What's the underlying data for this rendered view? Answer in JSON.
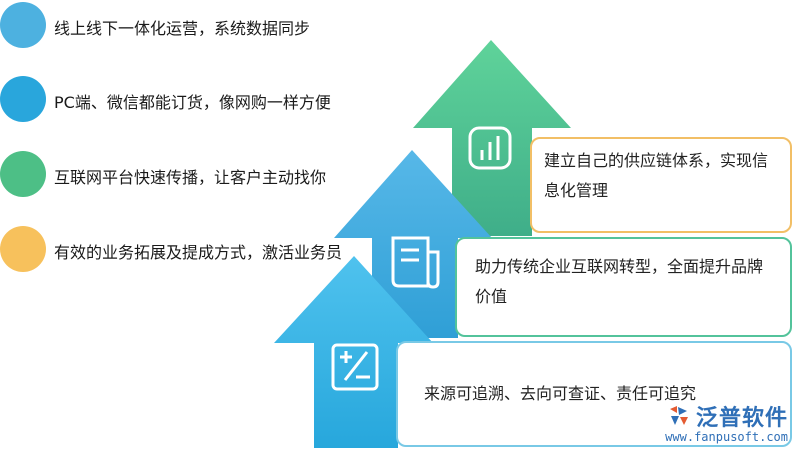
{
  "left_items": [
    {
      "text": "线上线下一体化运营，系统数据同步",
      "color": "#4db1e0"
    },
    {
      "text": "PC端、微信都能订货，像网购一样方便",
      "color": "#29a6dc"
    },
    {
      "text": "互联网平台快速传播，让客户主动找你",
      "color": "#4dbf86"
    },
    {
      "text": "有效的业务拓展及提成方式，激活业务员",
      "color": "#f7c15c"
    }
  ],
  "arrows": [
    {
      "icon": "bar-chart-icon",
      "color": "#4fc58f"
    },
    {
      "icon": "document-icon",
      "color": "#3aaee0"
    },
    {
      "icon": "calculator-icon",
      "color": "#2eb6e6"
    }
  ],
  "cards": [
    {
      "text": "建立自己的供应链体系，实现信息化管理"
    },
    {
      "text": "助力传统企业互联网转型，全面提升品牌价值"
    },
    {
      "text": "来源可追溯、去向可查证、责任可追究"
    }
  ],
  "watermark": {
    "name": "泛普软件",
    "url": "www.fanpusoft.com"
  }
}
